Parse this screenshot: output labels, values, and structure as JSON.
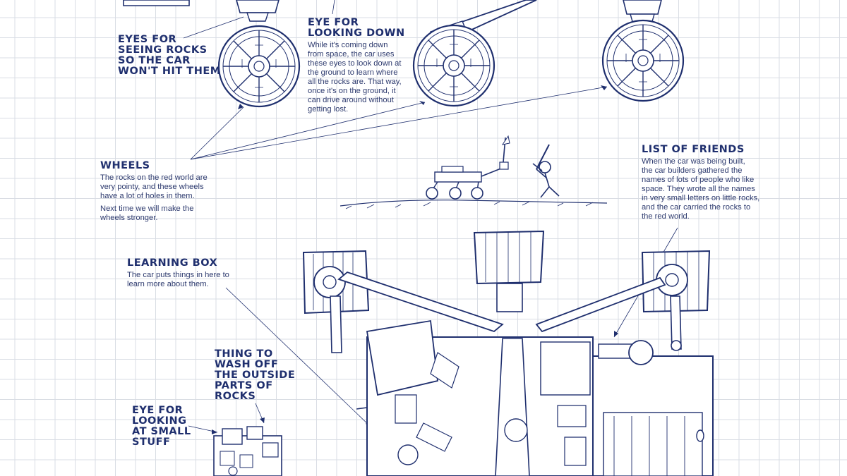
{
  "colors": {
    "ink": "#1f2f6e",
    "grid": "#d9dde4",
    "background": "#ffffff"
  },
  "labels": {
    "eyes_rocks": {
      "title": "EYES FOR\nSEEING ROCKS\nSO THE CAR\nWON'T HIT THEM"
    },
    "eye_down": {
      "title": "EYE FOR\nLOOKING DOWN",
      "text": "While it's coming down\nfrom space, the car uses\nthese eyes to look down at\nthe ground to learn where\nall the rocks are. That way,\nonce it's on the ground, it\ncan drive around without\ngetting lost."
    },
    "wheels": {
      "title": "WHEELS",
      "text": "The rocks on the red world are\nvery pointy, and these wheels\nhave a lot of holes in them.",
      "text2": "Next time we will make the\nwheels stronger."
    },
    "friends": {
      "title": "LIST OF FRIENDS",
      "text": "When the car was being built,\nthe car builders gathered the\nnames of lots of people who like\nspace. They wrote all the names\nin very small letters on little rocks,\nand the car carried the rocks to\nthe red world."
    },
    "learning_box": {
      "title": "LEARNING BOX",
      "text": "The car puts things in here to\nlearn more about them."
    },
    "wash": {
      "title": "THING TO\nWASH OFF\nTHE OUTSIDE\nPARTS OF\nROCKS"
    },
    "small_stuff": {
      "title": "EYE FOR\nLOOKING\nAT SMALL\nSTUFF"
    }
  }
}
